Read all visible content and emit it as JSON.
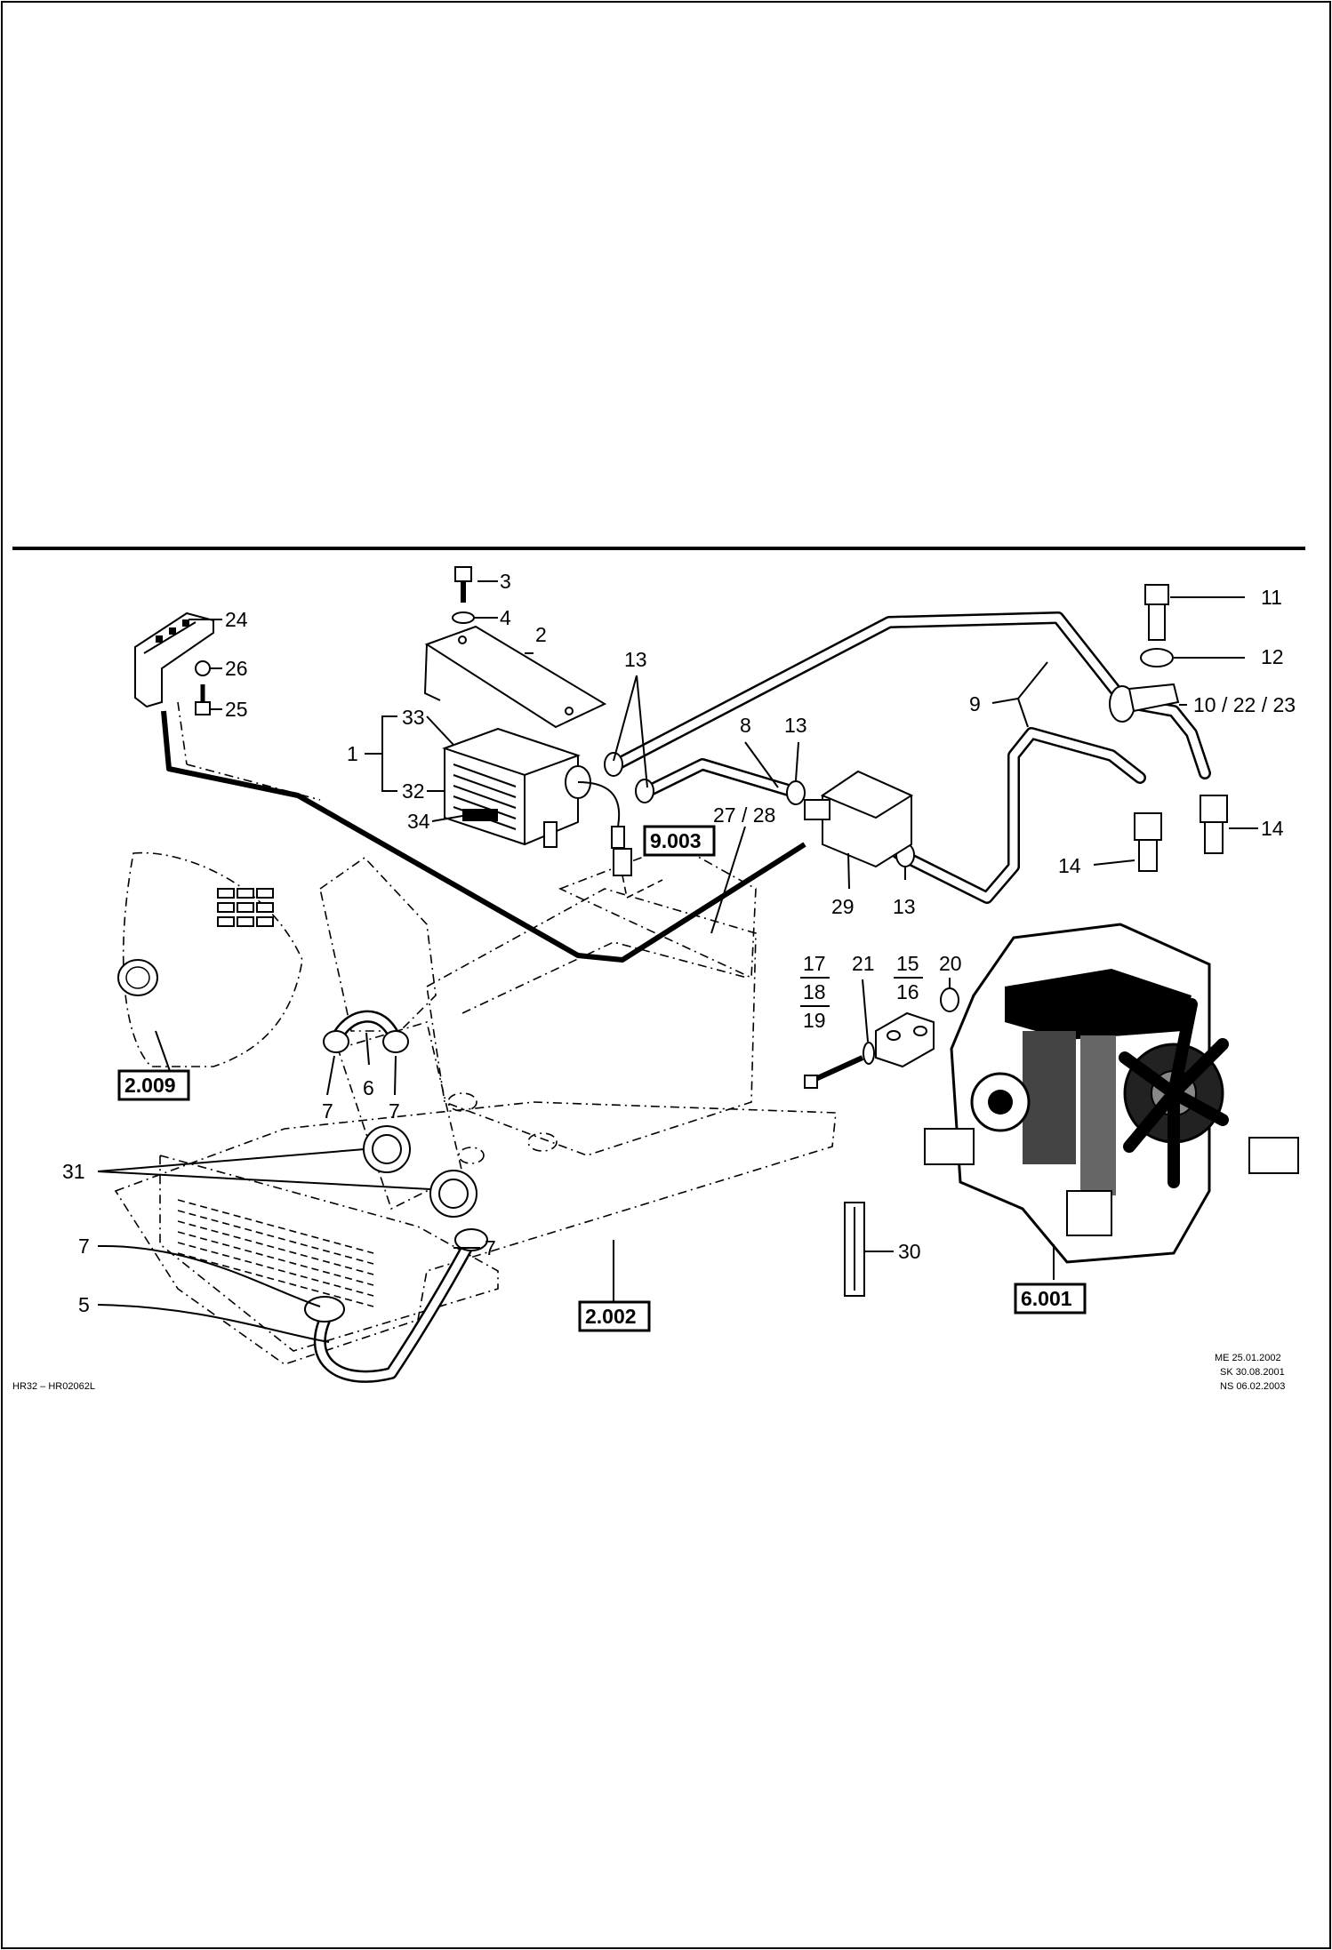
{
  "drawing": {
    "drawing_code": "HR32 – HR02062L",
    "revisions": [
      "ME  25.01.2002",
      "SK  30.08.2001",
      "NS  06.02.2003"
    ]
  },
  "callouts": {
    "c1": "1",
    "c2": "2",
    "c3": "3",
    "c4": "4",
    "c5": "5",
    "c6": "6",
    "c7a": "7",
    "c7b": "7",
    "c7c": "7",
    "c7d": "7",
    "c8": "8",
    "c9": "9",
    "c10": "10 / 22 / 23",
    "c11": "11",
    "c12": "12",
    "c13a": "13",
    "c13b": "13",
    "c13c": "13",
    "c14a": "14",
    "c14b": "14",
    "c15": "15",
    "c16": "16",
    "c17": "17",
    "c18": "18",
    "c19": "19",
    "c20": "20",
    "c21": "21",
    "c24": "24",
    "c25": "25",
    "c26": "26",
    "c27": "27 / 28",
    "c29": "29",
    "c30": "30",
    "c31": "31",
    "c32": "32",
    "c33": "33",
    "c34": "34"
  },
  "references": {
    "r9003": "9.003",
    "r2009": "2.009",
    "r2002": "2.002",
    "r6001": "6.001"
  }
}
